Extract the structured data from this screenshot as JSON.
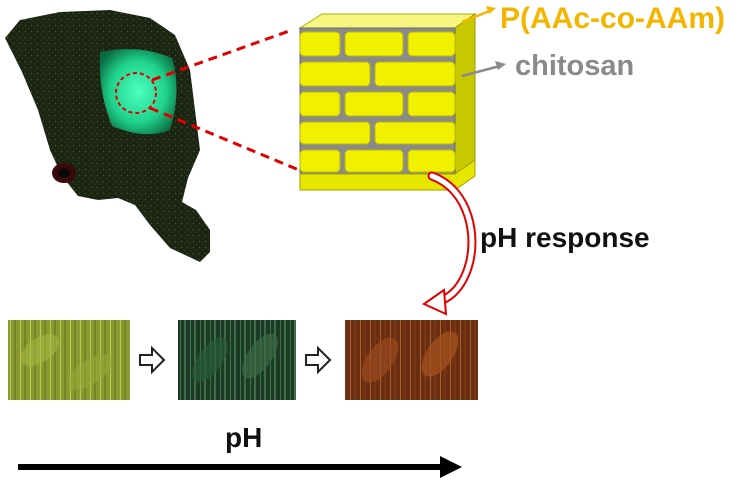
{
  "labels": {
    "polymer": "P(AAc-co-AAm)",
    "chitosan": "chitosan",
    "response": "pH response",
    "ph_axis": "pH"
  },
  "colors": {
    "polymer_layer": "#f0f000",
    "chitosan_layer": "#8a8a8a",
    "polymer_text": "#f2b600",
    "zoom_lines": "#e00000",
    "response_arrow": "#e00000",
    "axis_arrow": "#000000",
    "scale_patch": "#22e69a"
  },
  "icons": {
    "step_arrow": "hollow-right-arrow",
    "zoom": "dashed-circle"
  },
  "figure_parts": [
    "butterfly-wing-photo",
    "bilayer-structure",
    "scale-micrographs"
  ]
}
